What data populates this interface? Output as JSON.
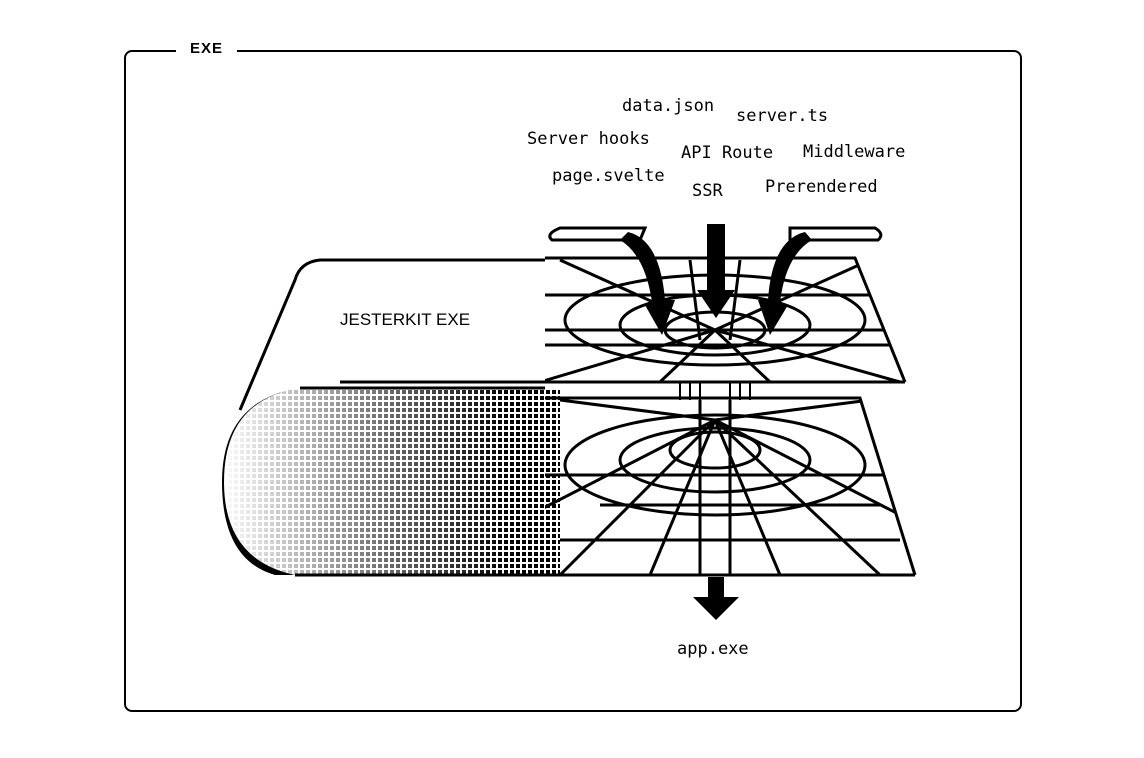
{
  "frame": {
    "title": "EXE"
  },
  "diagram": {
    "product_label": "JESTERKIT EXE",
    "inputs": [
      "data.json",
      "server.ts",
      "Server hooks",
      "API Route",
      "Middleware",
      "page.svelte",
      "SSR",
      "Prerendered"
    ],
    "output": "app.exe"
  },
  "colors": {
    "ink": "#000000",
    "paper": "#ffffff"
  }
}
